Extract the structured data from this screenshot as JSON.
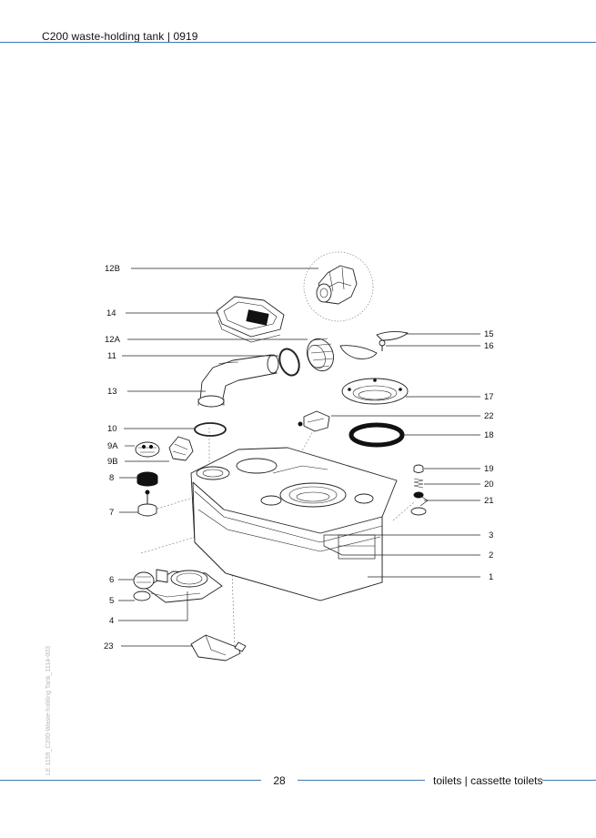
{
  "header": {
    "title": "C200 waste-holding tank | 0919"
  },
  "footer": {
    "page_number": "28",
    "section": "toilets | cassette toilets"
  },
  "side_code": "LE 1159_C200-Waste-holding Tank_1114-003",
  "part_labels": {
    "p12B": "12B",
    "p14": "14",
    "p12A": "12A",
    "p11": "11",
    "p13": "13",
    "p10": "10",
    "p9A": "9A",
    "p9B": "9B",
    "p8": "8",
    "p7": "7",
    "p6": "6",
    "p5": "5",
    "p4": "4",
    "p23": "23",
    "p15": "15",
    "p16": "16",
    "p17": "17",
    "p22": "22",
    "p18": "18",
    "p19": "19",
    "p20": "20",
    "p21": "21",
    "p3": "3",
    "p2": "2",
    "p1": "1"
  }
}
